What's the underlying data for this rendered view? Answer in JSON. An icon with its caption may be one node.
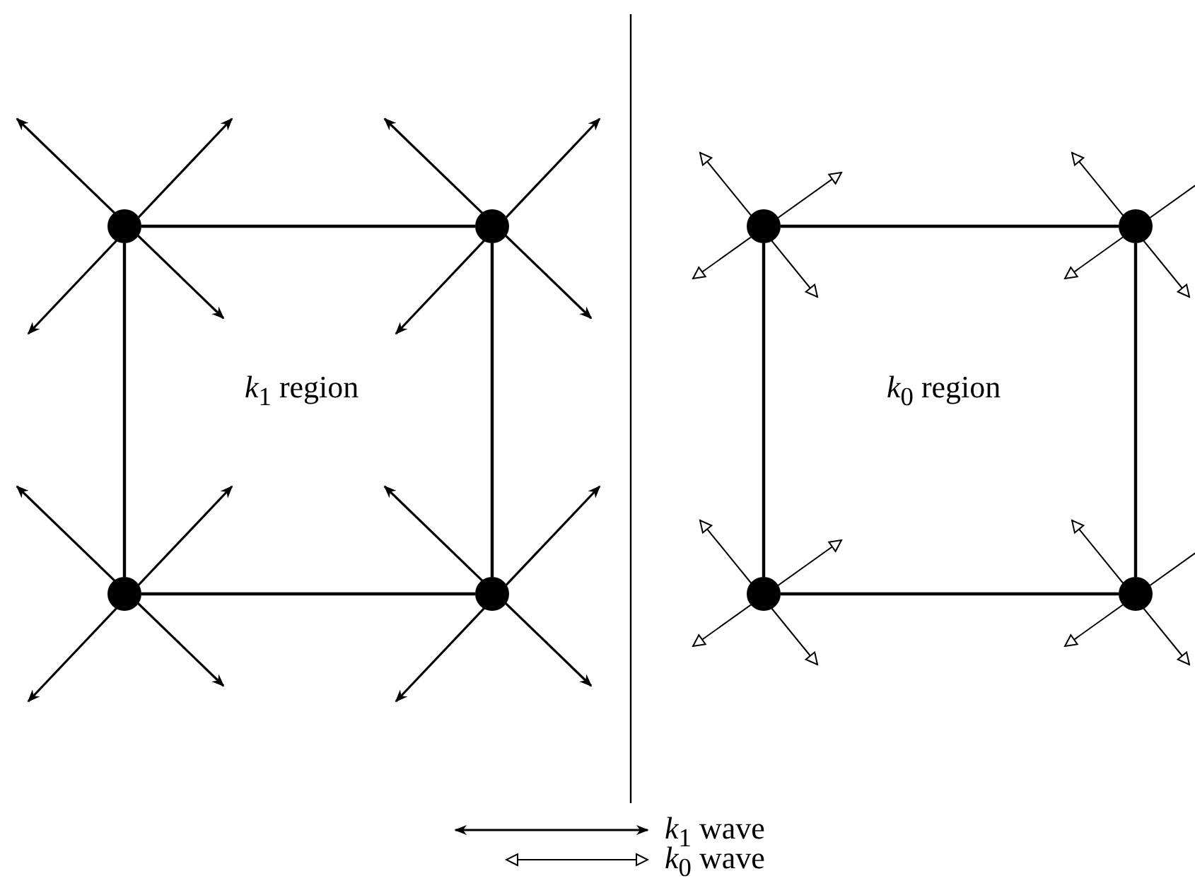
{
  "diagram": {
    "nodes": [
      {
        "text": [],
        "shape": "circle"
      },
      {
        "text": [],
        "shape": "circle"
      },
      {
        "text": [],
        "shape": "circle"
      },
      {
        "text": [],
        "shape": "circle"
      },
      {
        "text": [],
        "shape": "circle"
      },
      {
        "text": [],
        "shape": "circle"
      },
      {
        "text": [],
        "shape": "circle"
      },
      {
        "text": [],
        "shape": "circle"
      }
    ],
    "edges": [
      {
        "from": 0,
        "to": 1,
        "arrow": "none"
      },
      {
        "from": 0,
        "to": 2,
        "arrow": "none"
      },
      {
        "from": 1,
        "to": 3,
        "arrow": "none"
      },
      {
        "from": 2,
        "to": 3,
        "arrow": "none"
      },
      {
        "from": 4,
        "to": 5,
        "arrow": "none"
      },
      {
        "from": 4,
        "to": 6,
        "arrow": "none"
      },
      {
        "from": 5,
        "to": 7,
        "arrow": "none"
      },
      {
        "from": 6,
        "to": 7,
        "arrow": "none"
      }
    ],
    "labels": [
      "*k*$_{1}$ region",
      "*k*$_{0}$ region"
    ],
    "legend": [
      {
        "text": "*k*$_{1}$ wave"
      },
      {
        "text": "*k*$_{0}$ wave"
      }
    ]
  }
}
